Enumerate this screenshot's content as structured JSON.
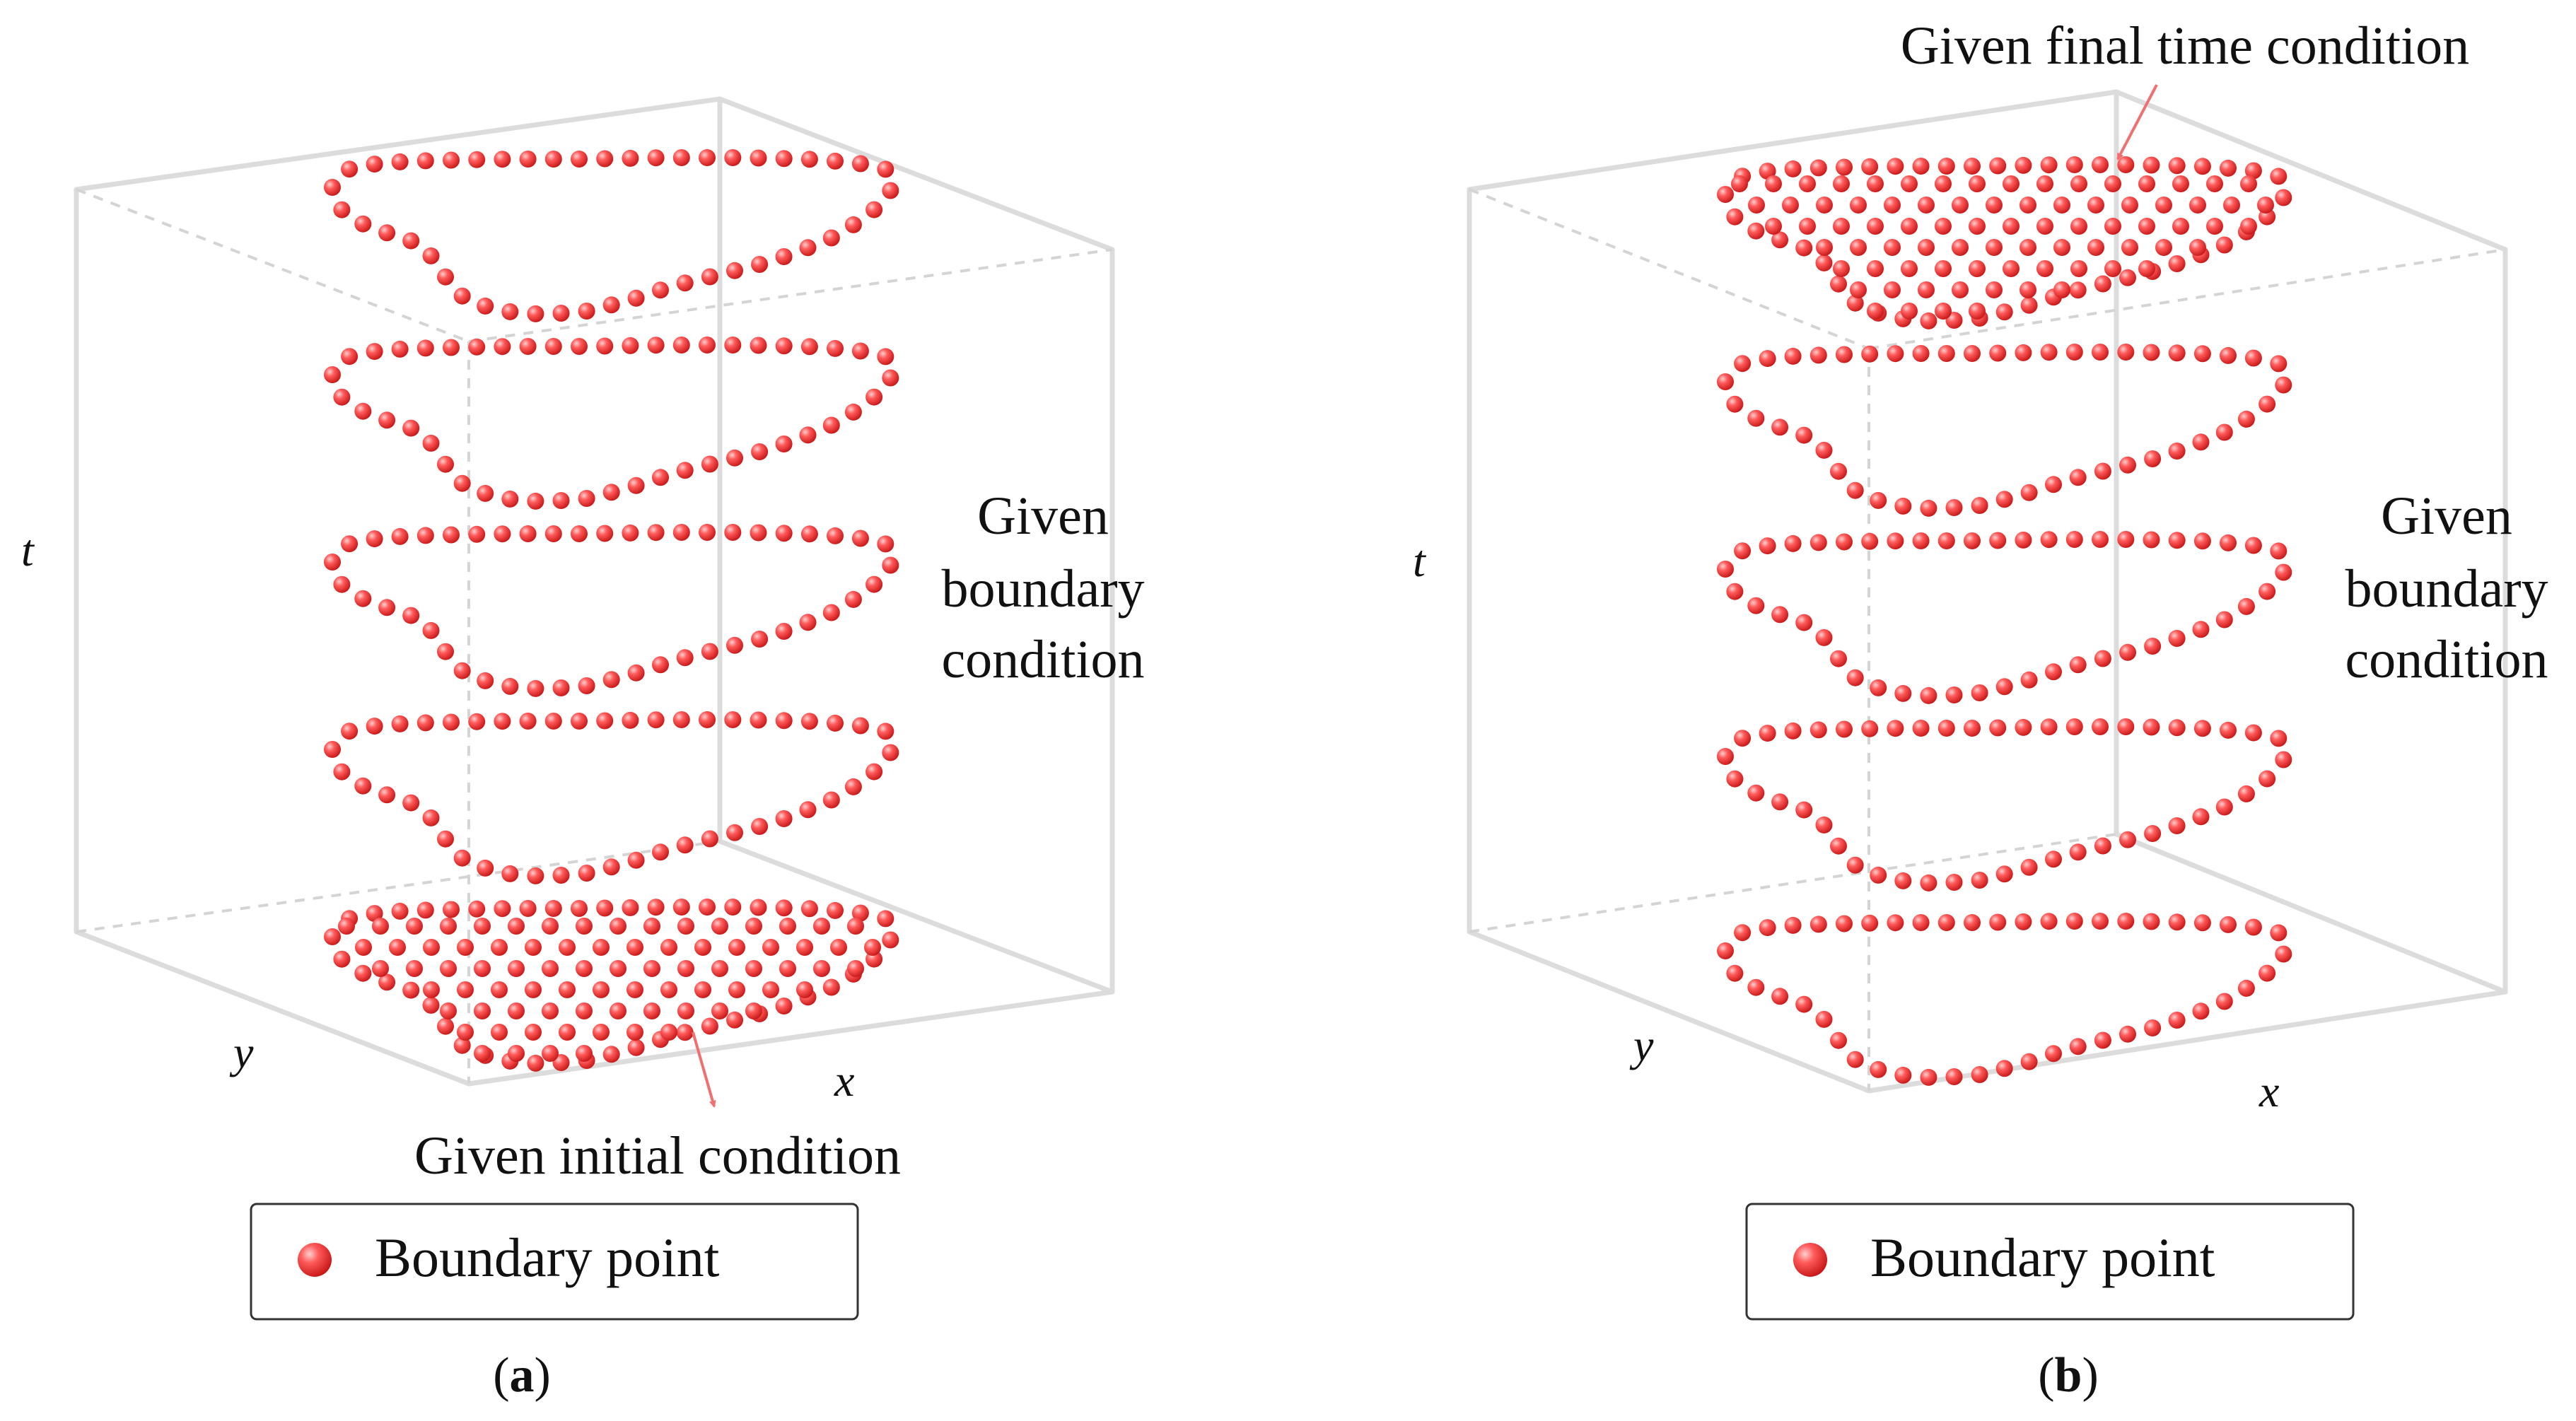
{
  "panels": [
    {
      "id": "a",
      "axes": {
        "t": "t",
        "x": "x",
        "y": "y"
      },
      "side_label": [
        "Given",
        "boundary",
        "condition"
      ],
      "annotation": "Given initial condition",
      "filled_layer": "bottom",
      "legend_label": "Boundary point",
      "caption": {
        "open": "(",
        "letter": "a",
        "close": ")"
      }
    },
    {
      "id": "b",
      "axes": {
        "t": "t",
        "x": "x",
        "y": "y"
      },
      "side_label": [
        "Given",
        "boundary",
        "condition"
      ],
      "annotation": "Given final time condition",
      "filled_layer": "top",
      "legend_label": "Boundary point",
      "caption": {
        "open": "(",
        "letter": "b",
        "close": ")"
      }
    }
  ],
  "layers_per_panel": 5,
  "colors": {
    "point": "#ff3b3b",
    "point_highlight": "#ffd0d0",
    "point_shadow": "#c81818",
    "box_solid": "#dcdcdc",
    "box_dashed": "#d4d4d4",
    "arrow": "#f07070",
    "legend_border": "#333333"
  }
}
